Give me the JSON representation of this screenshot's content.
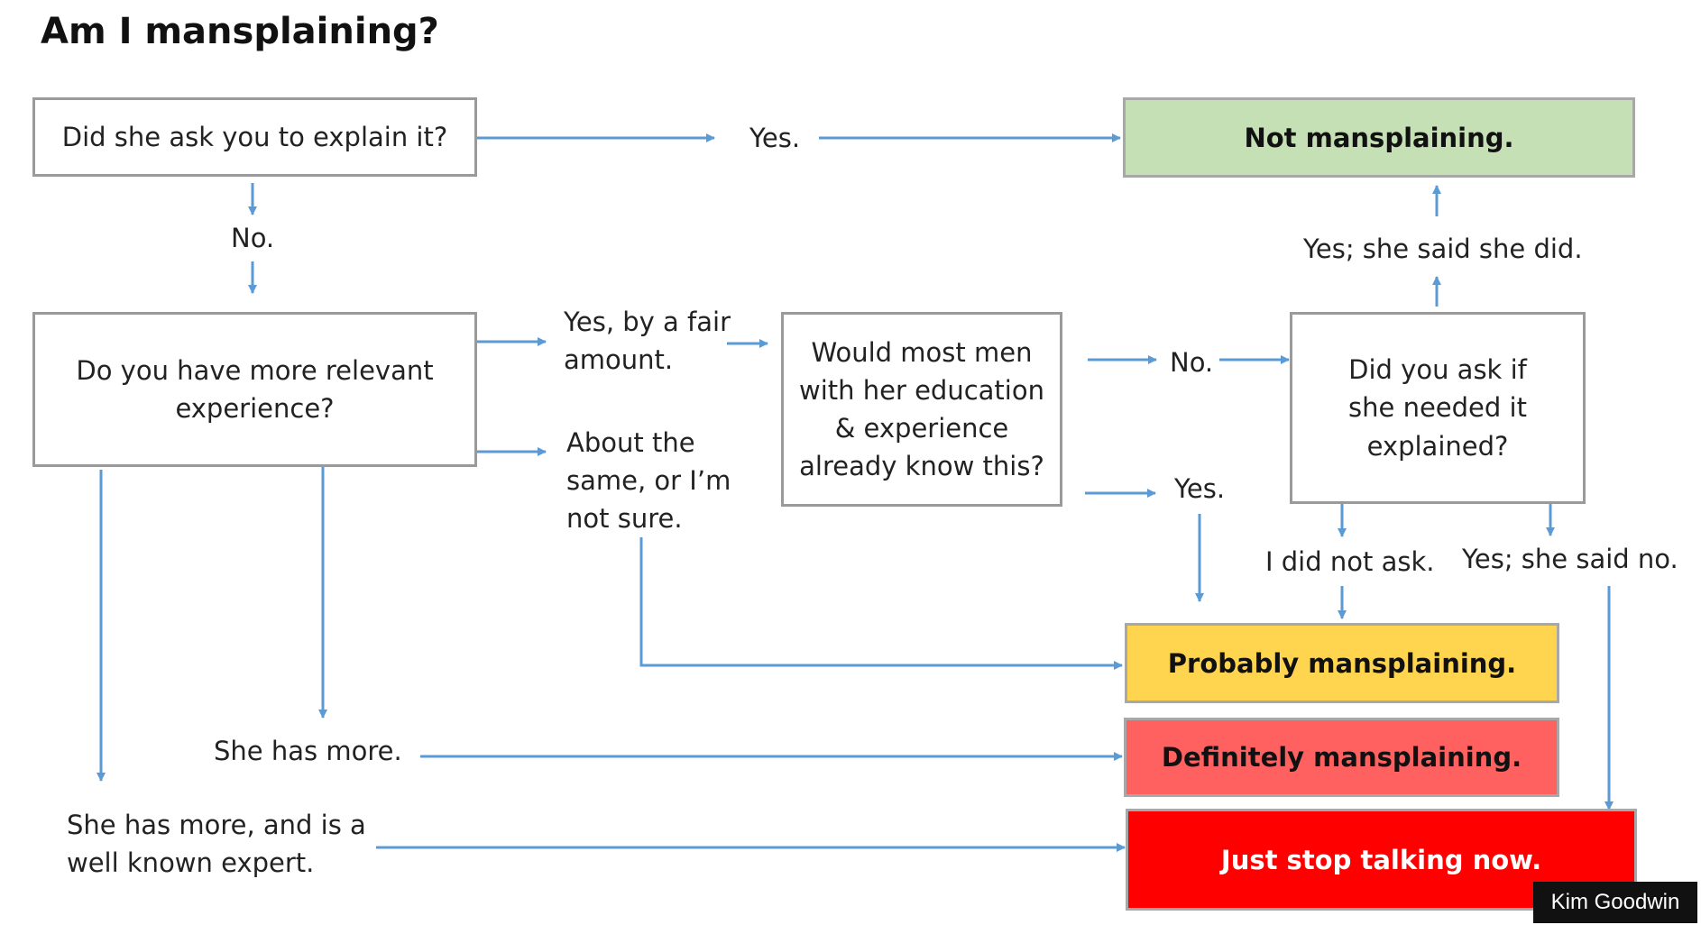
{
  "title": "Am I mansplaining?",
  "questions": {
    "q1": "Did she ask you to explain it?",
    "q2": "Do you have more relevant experience?",
    "q3": "Would most men with her education & experience already know this?",
    "q4": "Did you ask if she needed it explained?"
  },
  "labels": {
    "yes": "Yes.",
    "no1": "No.",
    "yes_fair_amount": "Yes, by a fair amount.",
    "about_same": "About the same, or I’m not sure.",
    "no2": "No.",
    "yes2": "Yes.",
    "yes_she_said_she_did": "Yes; she said she did.",
    "i_did_not_ask": "I did not ask.",
    "yes_she_said_no": "Yes; she said no.",
    "she_has_more": "She has more.",
    "she_has_more_expert": "She has more, and is a well known expert."
  },
  "outcomes": {
    "not": "Not mansplaining.",
    "probably": "Probably mansplaining.",
    "definitely": "Definitely mansplaining.",
    "stop": "Just stop talking now."
  },
  "colors": {
    "arrow": "#5b9bd5",
    "not": "#c5e0b4",
    "probably": "#ffd54f",
    "definitely": "#ff6060",
    "stop": "#ff0000"
  },
  "credit": "Kim Goodwin"
}
